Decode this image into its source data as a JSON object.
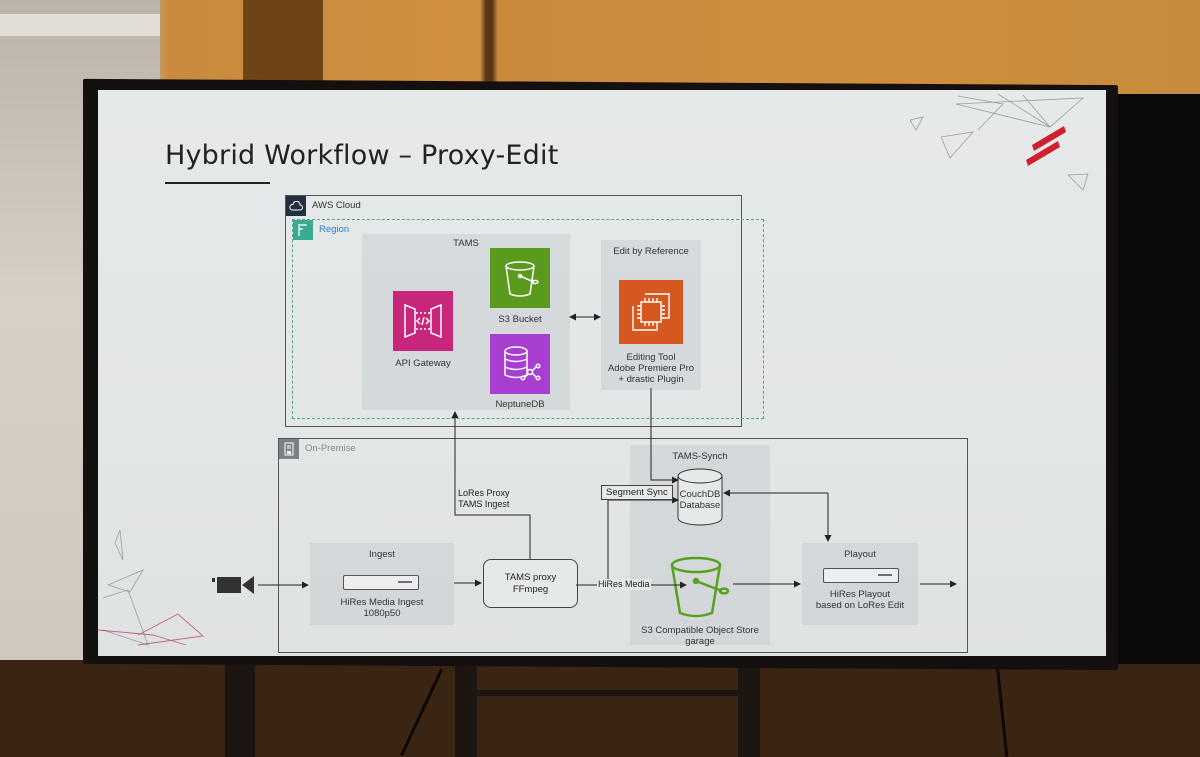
{
  "slide": {
    "title": "Hybrid Workflow – Proxy-Edit",
    "brand_color": "#d0202e"
  },
  "aws_cloud": {
    "label": "AWS Cloud",
    "region": {
      "label": "Region",
      "tams": {
        "title": "TAMS",
        "services": [
          {
            "label": "API Gateway",
            "icon": "api-gateway-icon",
            "color": "#c7267a"
          },
          {
            "label": "S3 Bucket",
            "icon": "s3-bucket-icon",
            "color": "#5a9a1e"
          },
          {
            "label": "NeptuneDB",
            "icon": "neptune-db-icon",
            "color": "#a63fd0"
          }
        ]
      },
      "edit_by_reference": {
        "title": "Edit by Reference",
        "service": {
          "icon": "ec2-instance-icon",
          "color": "#d4581f",
          "label_lines": [
            "Editing Tool",
            "Adobe Premiere Pro",
            "+ drastic Plugin"
          ]
        }
      }
    }
  },
  "on_premise": {
    "label": "On-Premise",
    "ingest": {
      "title": "Ingest",
      "label_lines": [
        "HiRes Media Ingest",
        "1080p50"
      ]
    },
    "tams_proxy": {
      "label_lines": [
        "TAMS proxy",
        "FFmpeg"
      ]
    },
    "tams_synch": {
      "title": "TAMS-Synch",
      "database_lines": [
        "CouchDB",
        "Database"
      ],
      "object_store_lines": [
        "S3 Compatible Object Store",
        "garage"
      ]
    },
    "playout": {
      "title": "Playout",
      "label_lines": [
        "HiRes Playout",
        "based on LoRes Edit"
      ]
    }
  },
  "edges": {
    "lores_proxy": [
      "LoRes Proxy",
      "TAMS Ingest"
    ],
    "segment_sync": "Segment Sync",
    "hires_media": "HiRes Media"
  }
}
